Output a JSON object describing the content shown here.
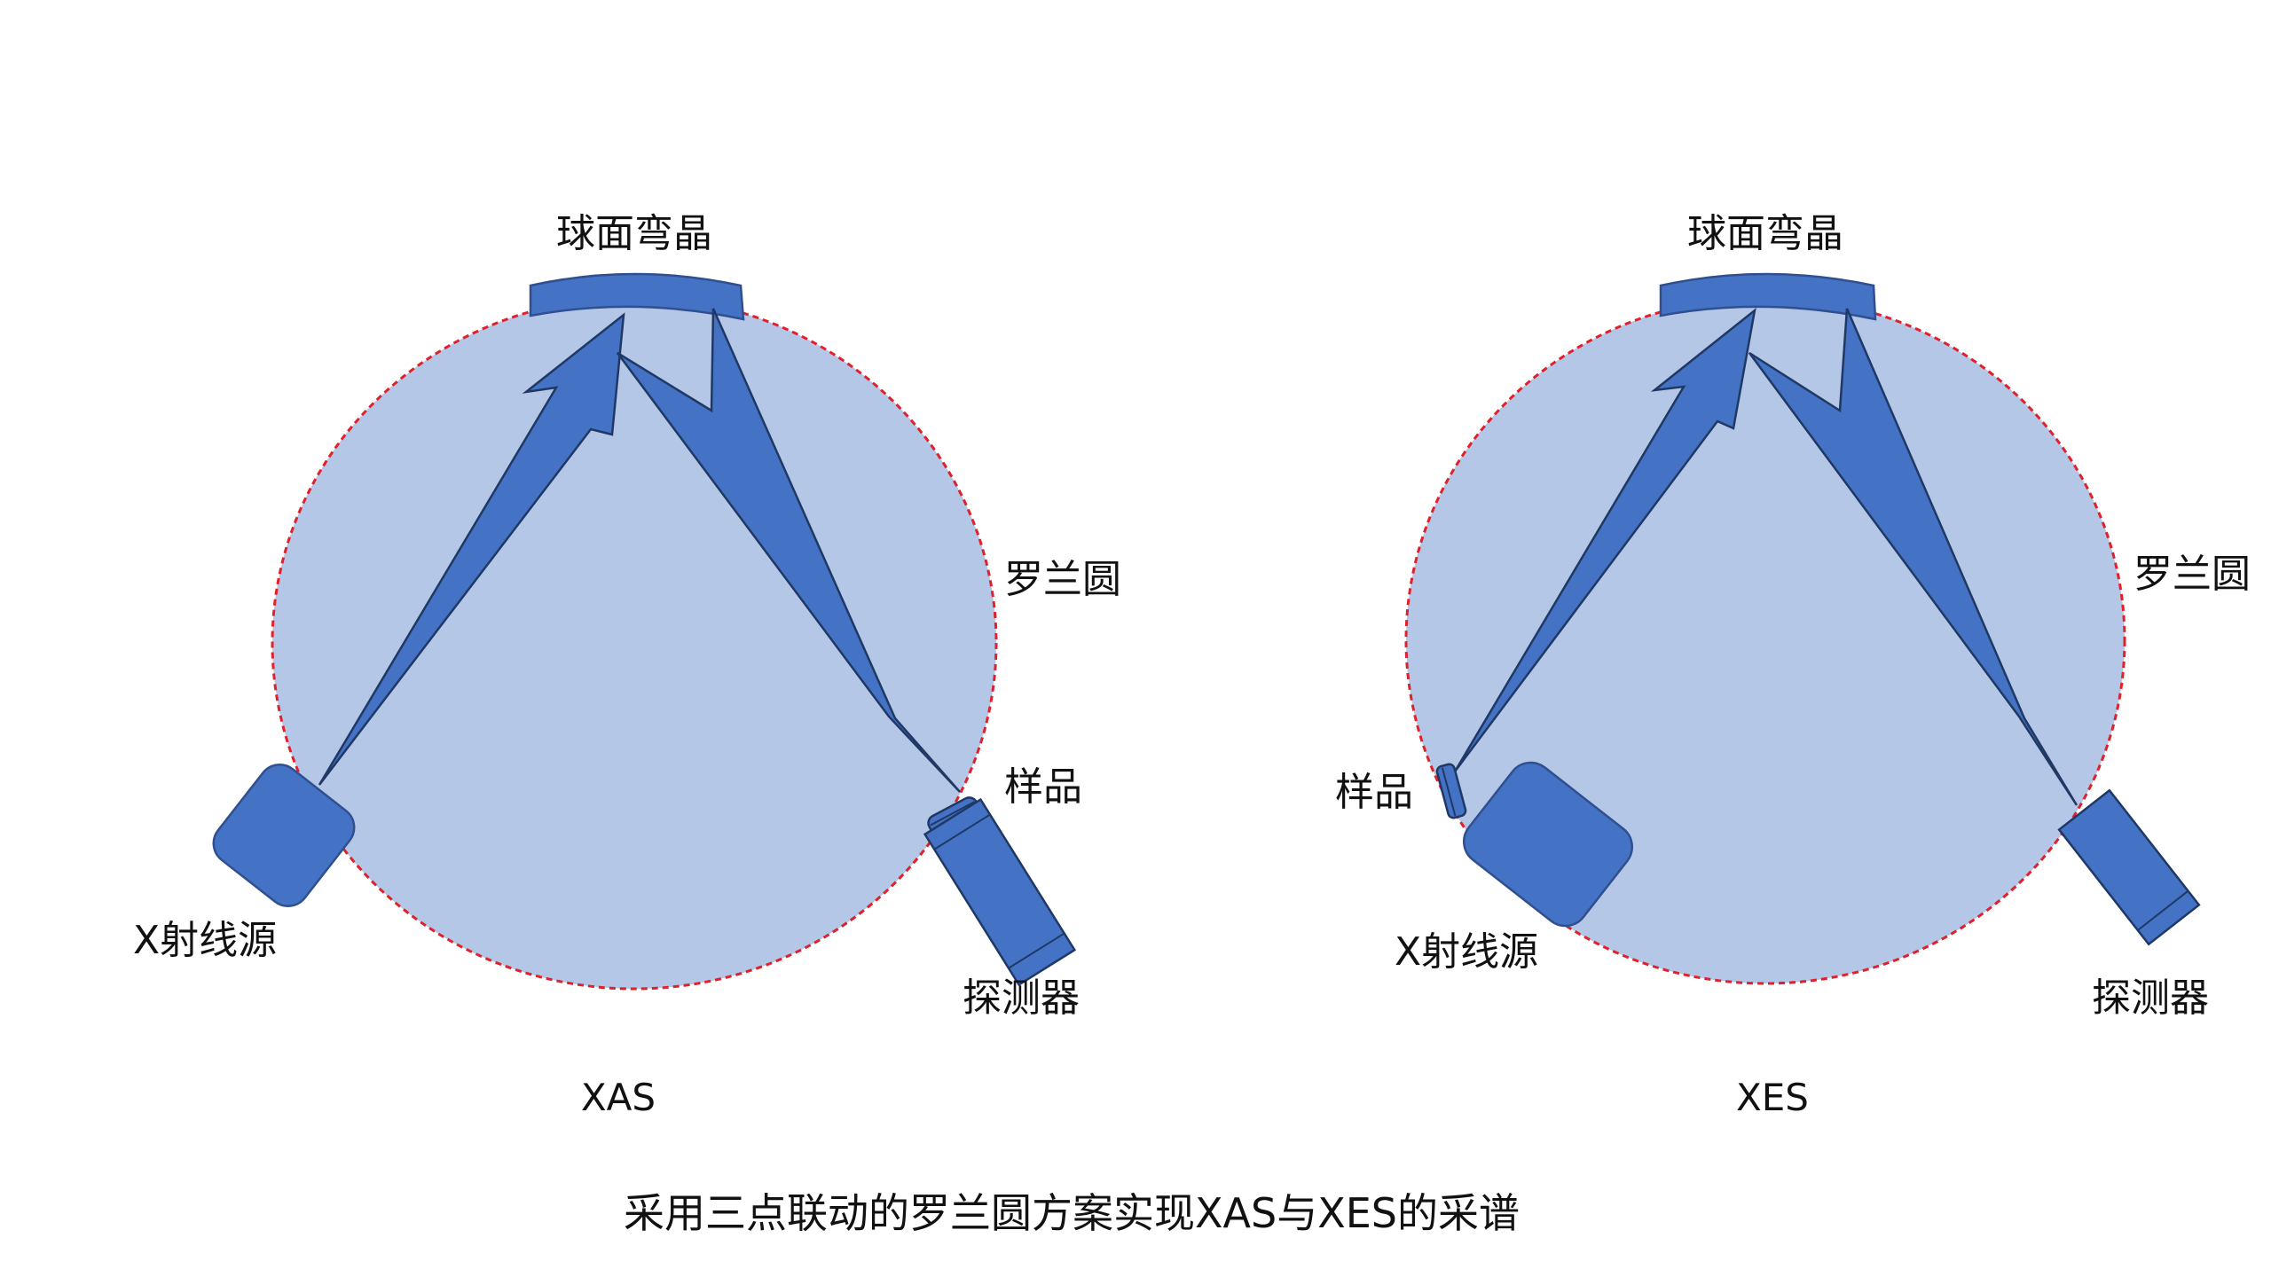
{
  "colors": {
    "circle_fill": "#b4c7e7",
    "circle_stroke": "#e0202a",
    "shape_fill": "#4472c4",
    "shape_stroke": "#2f4f8f",
    "text": "#111111"
  },
  "panels": [
    {
      "caption": "XAS",
      "crystal_label": "球面弯晶",
      "circle_label": "罗兰圆",
      "source_label": "X射线源",
      "sample_label": "样品",
      "detector_label": "探测器"
    },
    {
      "caption": "XES",
      "crystal_label": "球面弯晶",
      "circle_label": "罗兰圆",
      "source_label": "X射线源",
      "sample_label": "样品",
      "detector_label": "探测器"
    }
  ],
  "footer_title": "采用三点联动的罗兰圆方案实现XAS与XES的采谱"
}
